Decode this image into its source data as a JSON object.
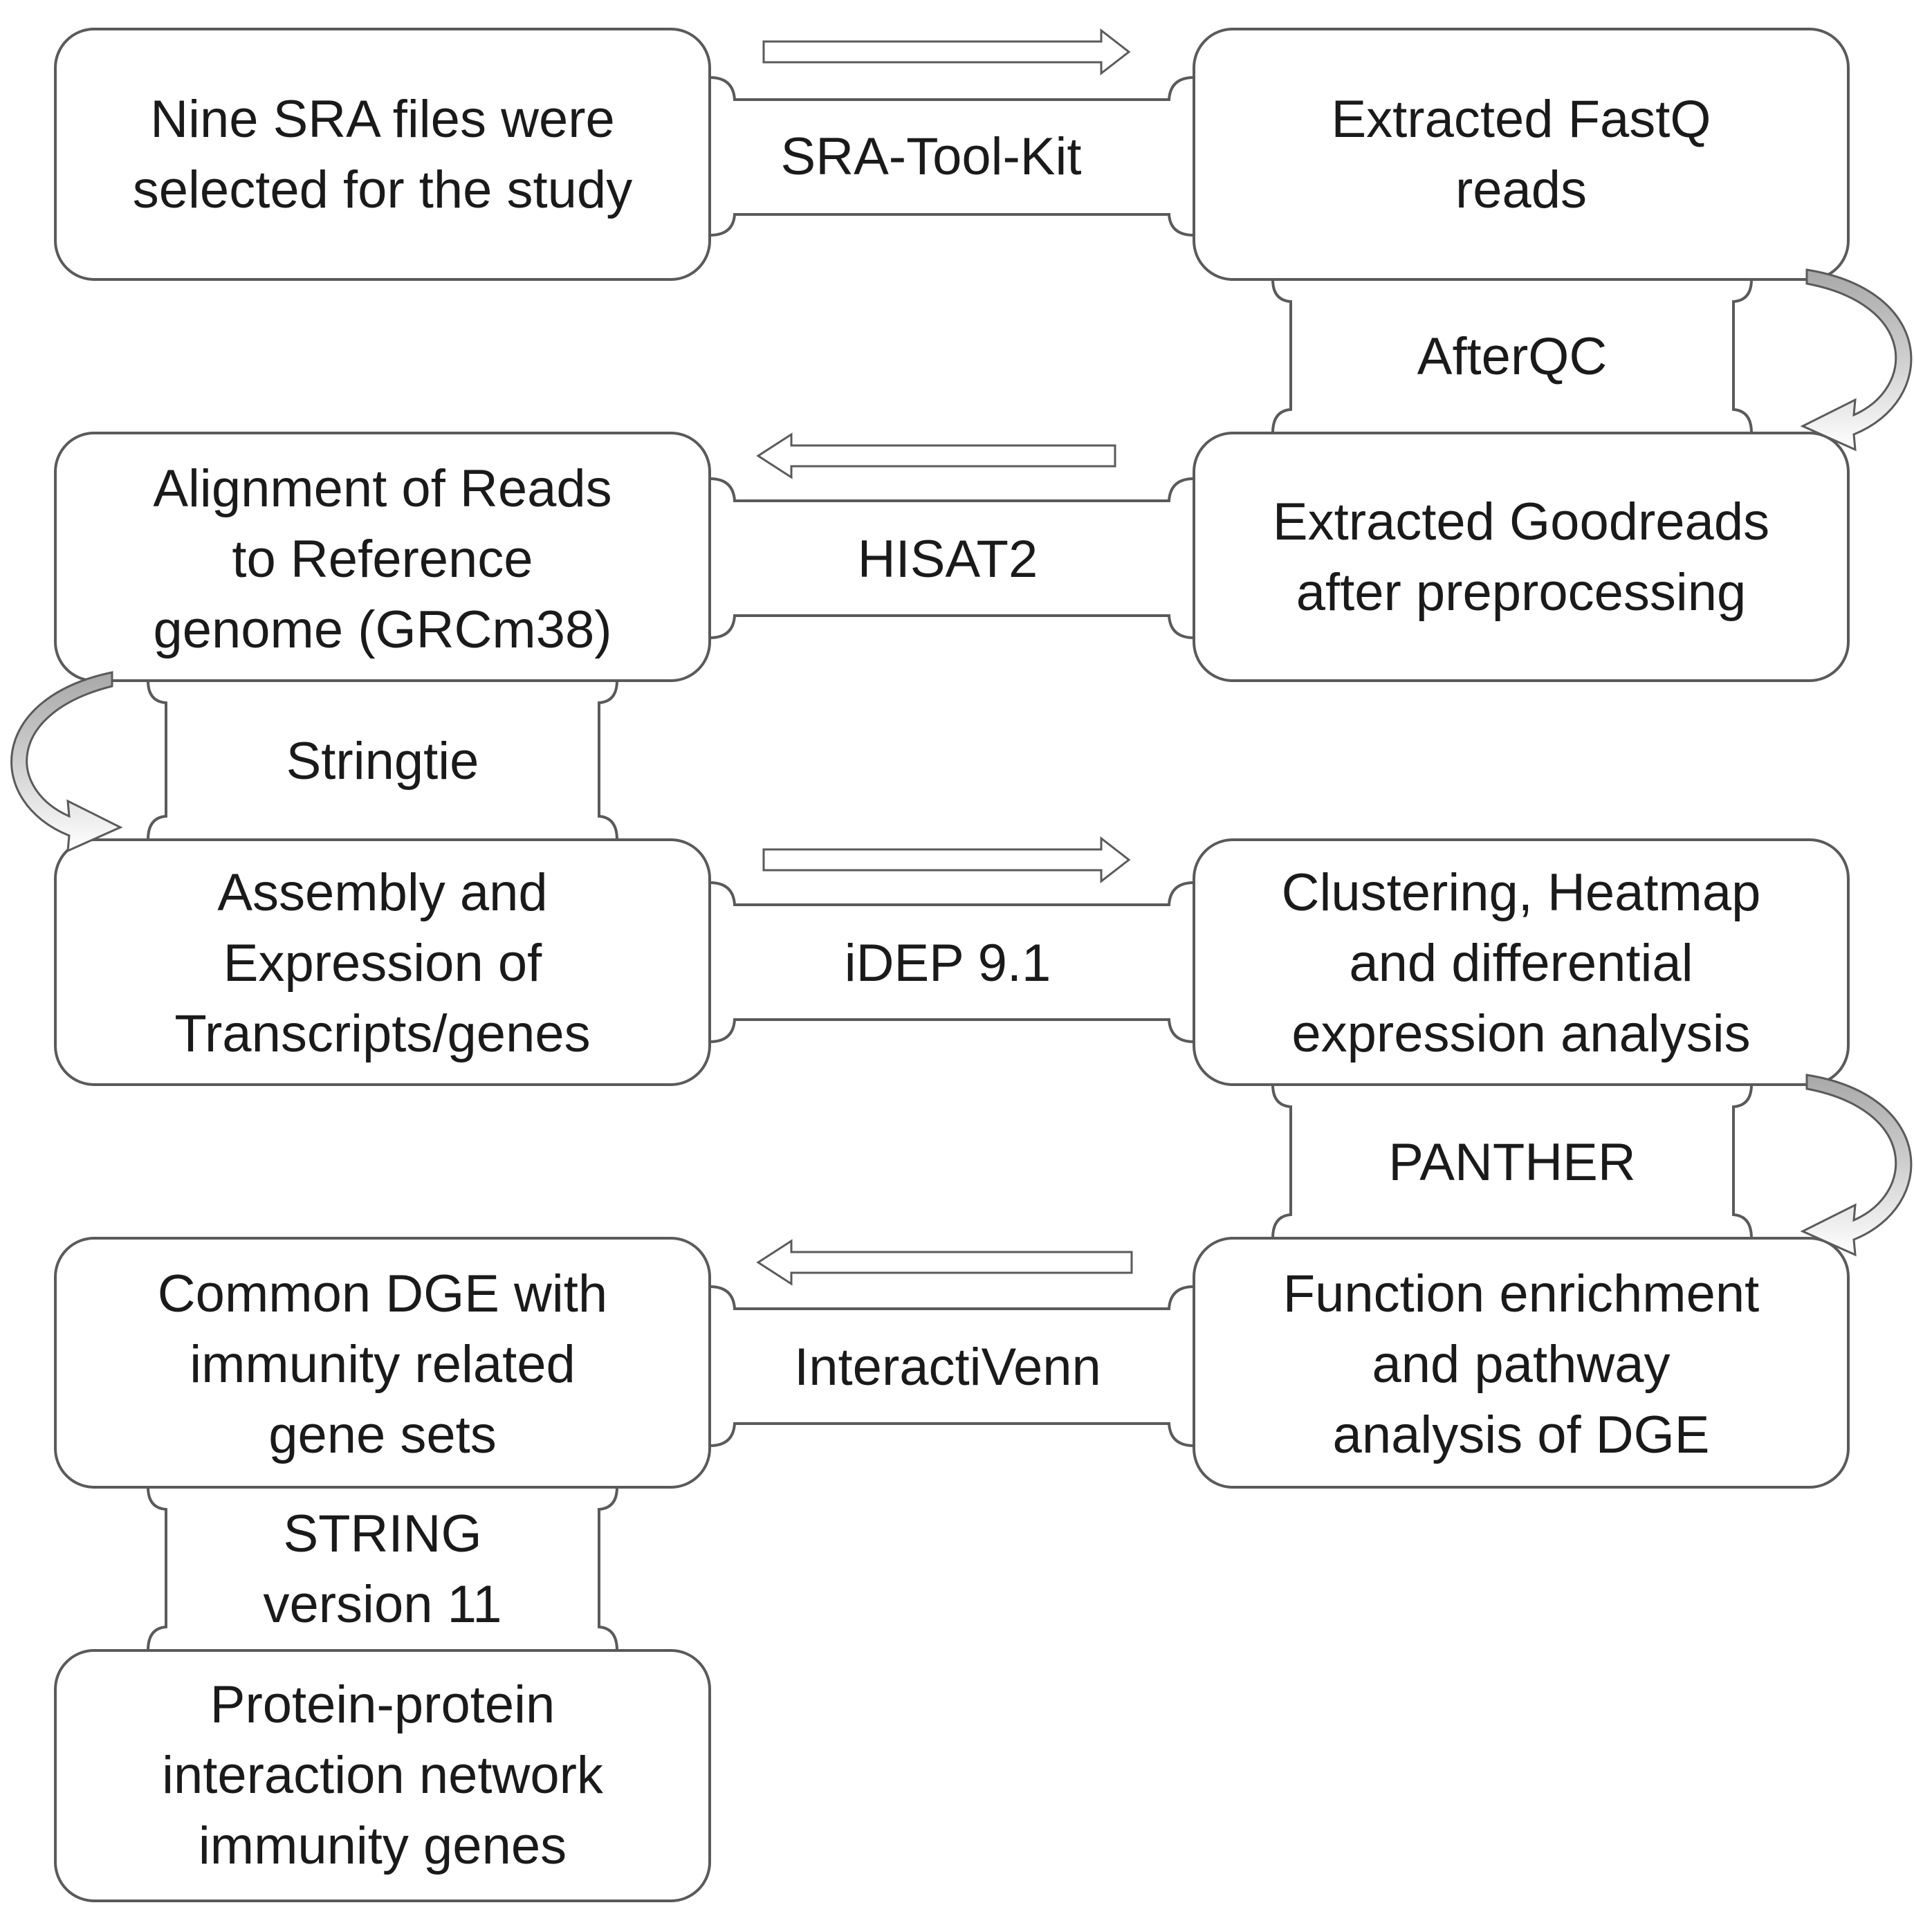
{
  "steps": {
    "sra_files": [
      "Nine SRA files were",
      "selected for the study"
    ],
    "fastq": [
      "Extracted FastQ",
      "reads"
    ],
    "goodreads": [
      "Extracted Goodreads",
      "after preprocessing"
    ],
    "alignment": [
      "Alignment of Reads",
      "to Reference",
      "genome (GRCm38)"
    ],
    "assembly": [
      "Assembly and",
      "Expression of",
      "Transcripts/genes"
    ],
    "clustering": [
      "Clustering, Heatmap",
      "and differential",
      "expression analysis"
    ],
    "enrichment": [
      "Function enrichment",
      "and pathway",
      "analysis of DGE"
    ],
    "common_dge": [
      "Common DGE with",
      "immunity related",
      "gene sets"
    ],
    "ppi": [
      "Protein-protein",
      "interaction network",
      "immunity genes"
    ]
  },
  "tools": {
    "sra_toolkit": [
      "SRA-Tool-Kit"
    ],
    "afterqc": [
      "AfterQC"
    ],
    "hisat2": [
      "HISAT2"
    ],
    "stringtie": [
      "Stringtie"
    ],
    "idep": [
      "iDEP 9.1"
    ],
    "panther": [
      "PANTHER"
    ],
    "interactivenn": [
      "InteractiVenn"
    ],
    "string": [
      "STRING",
      "version 11"
    ]
  },
  "colors": {
    "stroke": "#5a5a5a",
    "curved_arrow_fill": "#bdbdbd",
    "text": "#1a1a1a",
    "background": "#ffffff"
  }
}
